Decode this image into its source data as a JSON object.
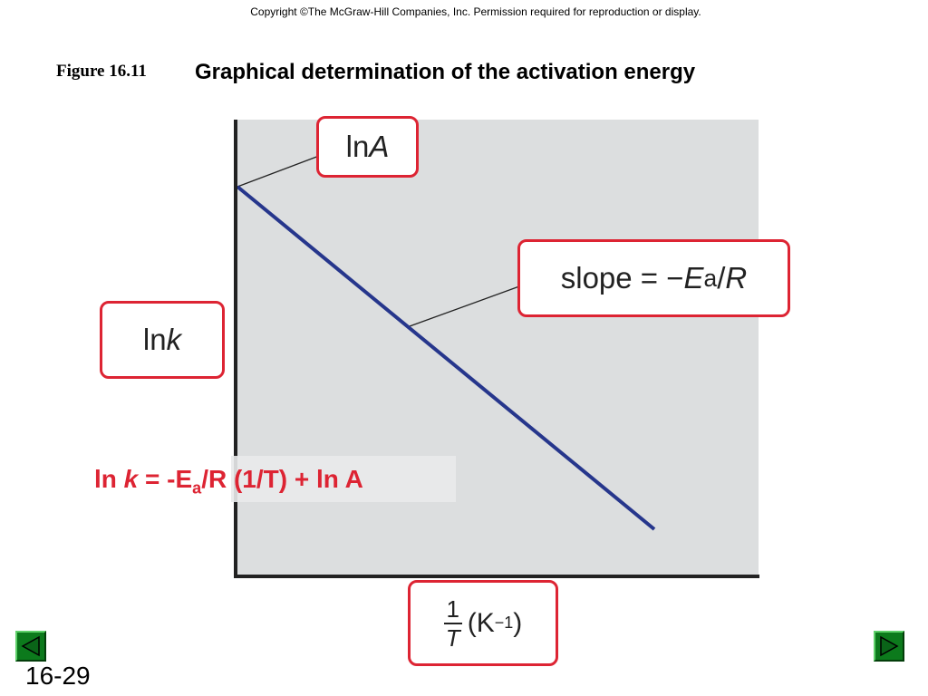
{
  "header": {
    "copyright": "Copyright ©The McGraw-Hill Companies, Inc.  Permission required for reproduction or display.",
    "figure_label": "Figure 16.11",
    "figure_title": "Graphical determination of the activation energy"
  },
  "chart_data": {
    "type": "line",
    "series": [
      {
        "x": [
          0,
          1
        ],
        "y": [
          1,
          0
        ]
      }
    ],
    "annotations": {
      "intercept_label_text": "ln ",
      "intercept_label_var": "A",
      "slope_label_prefix": "slope = −",
      "slope_label_var": "E",
      "slope_label_sub": "a",
      "slope_label_slash": "/",
      "slope_label_denom": "R"
    },
    "ylabel": {
      "text": "ln ",
      "var": "k"
    },
    "xlabel": {
      "num": "1",
      "den": "T",
      "unit": "(K",
      "exp": "−1",
      "close": ")"
    },
    "colors": {
      "line": "#26368c",
      "plot_background": "#dcdedf",
      "callout_border": "#dd2433"
    },
    "grid": false
  },
  "equation": {
    "part1": "ln ",
    "part2": "k",
    "part3": " = -E",
    "sub": "a",
    "part4": "/R (1/T) + ln A",
    "color": "#dd2433"
  },
  "footer": {
    "slide_number": "16-29",
    "prev_icon": "triangle-left-icon",
    "next_icon": "triangle-right-icon"
  }
}
